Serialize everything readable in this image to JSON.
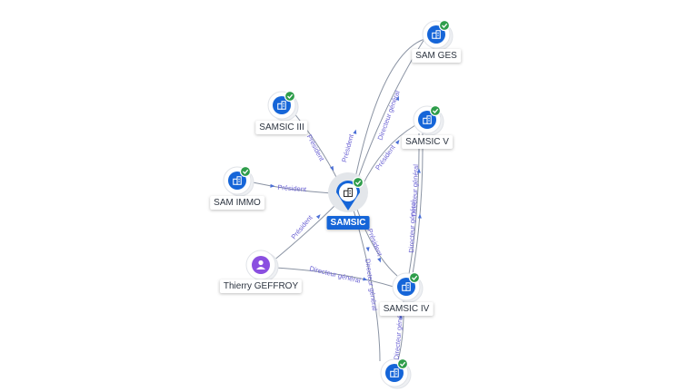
{
  "colors": {
    "company_fill": "#1565d8",
    "person_fill": "#8a4fe0",
    "check_fill": "#2e9d4a",
    "edge_stroke": "#8a93a3",
    "edge_label": "#6c63d4",
    "center_label_bg": "#1565d8"
  },
  "nodes": [
    {
      "id": "samsic",
      "label": "SAMSIC",
      "type": "center",
      "icon": "building-icon",
      "verified": true
    },
    {
      "id": "samges",
      "label": "SAM GES",
      "type": "company",
      "icon": "building-icon",
      "verified": true
    },
    {
      "id": "samsic3",
      "label": "SAMSIC III",
      "type": "company",
      "icon": "building-icon",
      "verified": true
    },
    {
      "id": "samsic5",
      "label": "SAMSIC V",
      "type": "company",
      "icon": "building-icon",
      "verified": true
    },
    {
      "id": "samimmo",
      "label": "SAM IMMO",
      "type": "company",
      "icon": "building-icon",
      "verified": true
    },
    {
      "id": "geffroy",
      "label": "Thierry GEFFROY",
      "type": "person",
      "icon": "person-icon",
      "verified": false
    },
    {
      "id": "samsic4",
      "label": "SAMSIC IV",
      "type": "company",
      "icon": "building-icon",
      "verified": true
    },
    {
      "id": "bottom",
      "label": "",
      "type": "company",
      "icon": "building-icon",
      "verified": true
    }
  ],
  "edges": [
    {
      "from": "samsic3",
      "to": "samsic",
      "label": "Président"
    },
    {
      "from": "samimmo",
      "to": "samsic",
      "label": "Président"
    },
    {
      "from": "samsic",
      "to": "samges",
      "label": "Président"
    },
    {
      "from": "samsic",
      "to": "samges",
      "label": "Directeur général"
    },
    {
      "from": "samsic",
      "to": "samsic5",
      "label": "Président"
    },
    {
      "from": "samsic5",
      "to": "samsic4",
      "label": "Directeur général"
    },
    {
      "from": "samsic5",
      "to": "samsic4",
      "label": "Directeur général"
    },
    {
      "from": "samsic",
      "to": "samsic4",
      "label": "Président"
    },
    {
      "from": "samsic",
      "to": "bottom",
      "label": "Directeur général"
    },
    {
      "from": "geffroy",
      "to": "samsic",
      "label": "Président"
    },
    {
      "from": "geffroy",
      "to": "samsic4",
      "label": "Directeur général"
    },
    {
      "from": "samsic4",
      "to": "bottom",
      "label": "Directeur général"
    }
  ]
}
